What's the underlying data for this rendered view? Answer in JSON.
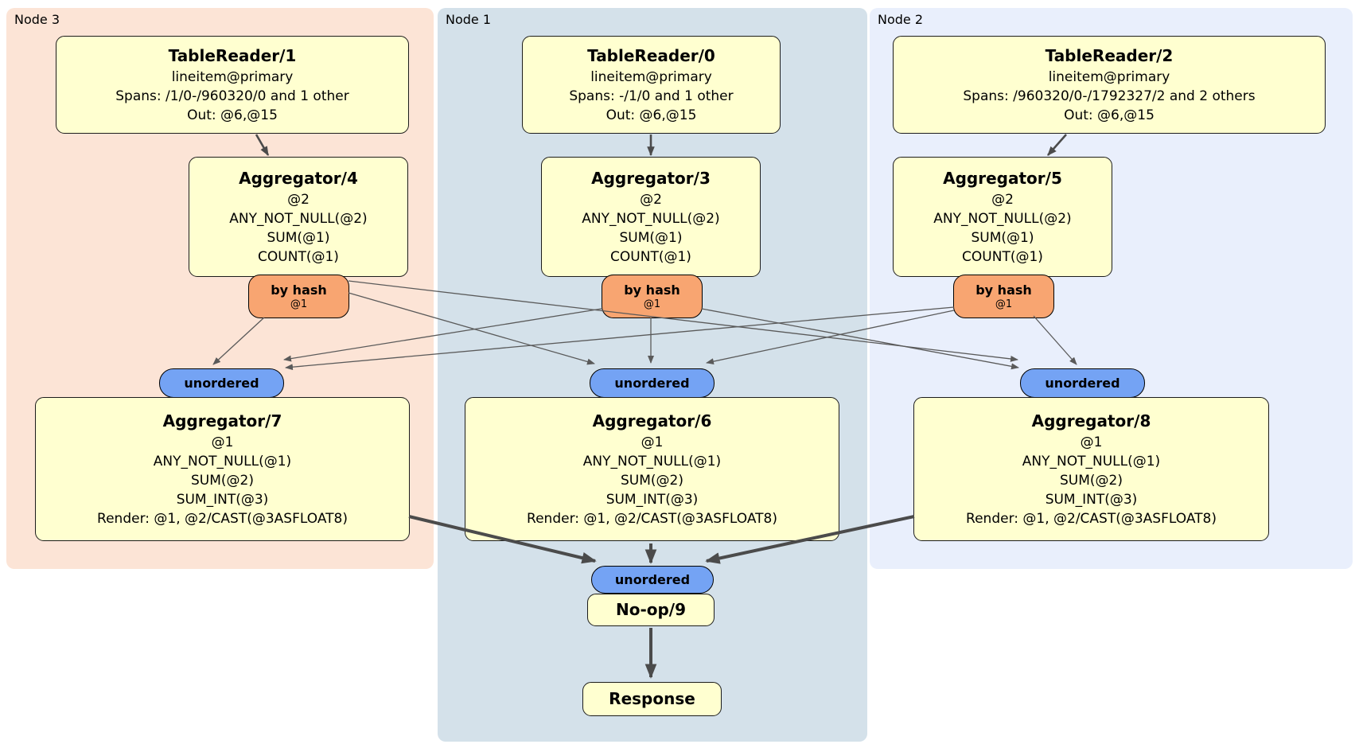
{
  "colors": {
    "panel-node3": "#fce4d6",
    "panel-node1": "#d4e1ea",
    "panel-node2": "#e9effc",
    "box-fill": "#ffffd0",
    "box-border": "#1c1c1c",
    "router-fill": "#f8a571",
    "sync-fill": "#74a3f4",
    "edge": "#4b4b4b",
    "edge-thin": "#5a5a5a"
  },
  "panels": {
    "node3": "Node 3",
    "node1": "Node 1",
    "node2": "Node 2"
  },
  "processors": {
    "tablereader1": {
      "title": "TableReader/1",
      "lines": [
        "lineitem@primary",
        "Spans: /1/0-/960320/0 and 1 other",
        "Out: @6,@15"
      ]
    },
    "tablereader0": {
      "title": "TableReader/0",
      "lines": [
        "lineitem@primary",
        "Spans: -/1/0 and 1 other",
        "Out: @6,@15"
      ]
    },
    "tablereader2": {
      "title": "TableReader/2",
      "lines": [
        "lineitem@primary",
        "Spans: /960320/0-/1792327/2 and 2 others",
        "Out: @6,@15"
      ]
    },
    "aggregator4": {
      "title": "Aggregator/4",
      "lines": [
        "@2",
        "ANY_NOT_NULL(@2)",
        "SUM(@1)",
        "COUNT(@1)"
      ]
    },
    "aggregator3": {
      "title": "Aggregator/3",
      "lines": [
        "@2",
        "ANY_NOT_NULL(@2)",
        "SUM(@1)",
        "COUNT(@1)"
      ]
    },
    "aggregator5": {
      "title": "Aggregator/5",
      "lines": [
        "@2",
        "ANY_NOT_NULL(@2)",
        "SUM(@1)",
        "COUNT(@1)"
      ]
    },
    "aggregator7": {
      "title": "Aggregator/7",
      "lines": [
        "@1",
        "ANY_NOT_NULL(@1)",
        "SUM(@2)",
        "SUM_INT(@3)",
        "Render: @1, @2/CAST(@3ASFLOAT8)"
      ]
    },
    "aggregator6": {
      "title": "Aggregator/6",
      "lines": [
        "@1",
        "ANY_NOT_NULL(@1)",
        "SUM(@2)",
        "SUM_INT(@3)",
        "Render: @1, @2/CAST(@3ASFLOAT8)"
      ]
    },
    "aggregator8": {
      "title": "Aggregator/8",
      "lines": [
        "@1",
        "ANY_NOT_NULL(@1)",
        "SUM(@2)",
        "SUM_INT(@3)",
        "Render: @1, @2/CAST(@3ASFLOAT8)"
      ]
    },
    "noop9": {
      "title": "No-op/9"
    },
    "response": {
      "title": "Response"
    }
  },
  "routers": {
    "by_hash": {
      "label": "by hash",
      "detail": "@1"
    }
  },
  "streams": {
    "unordered": "unordered"
  }
}
